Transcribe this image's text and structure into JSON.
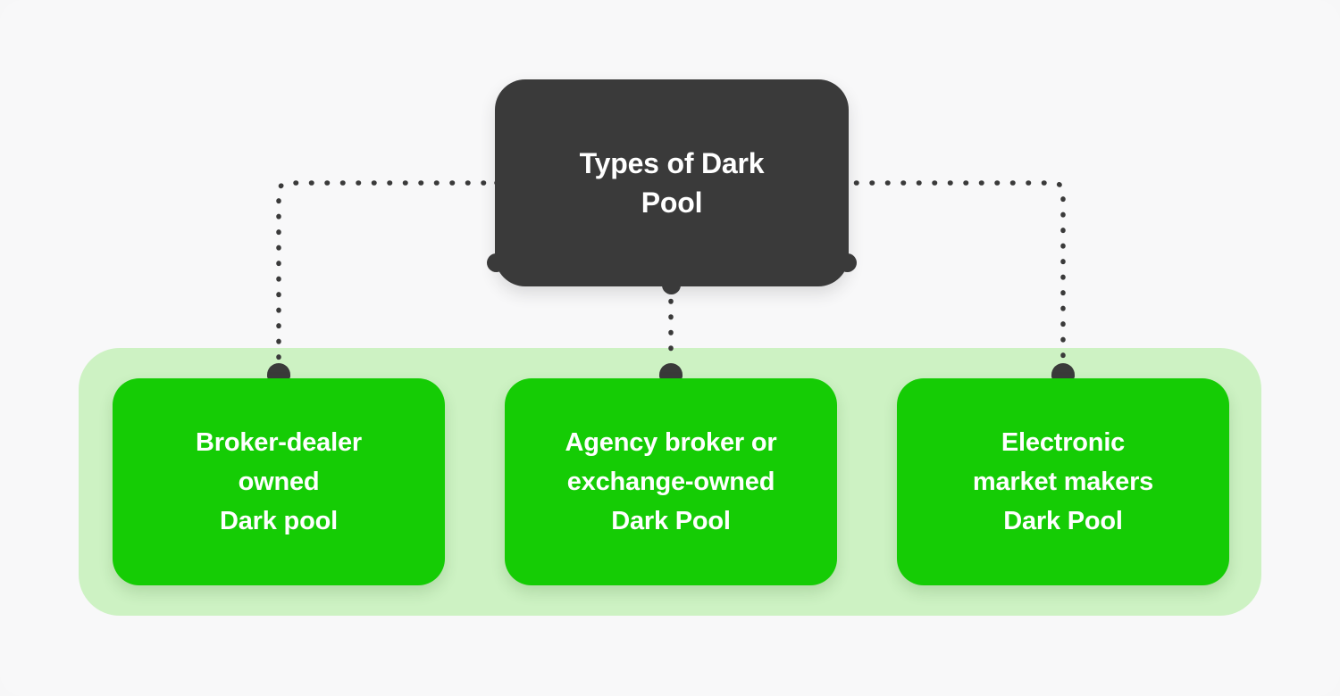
{
  "diagram": {
    "title": "Types of Dark Pool",
    "background_color": "#f8f8f9",
    "band_color": "#cdf2c3",
    "root": {
      "label": "Types of Dark\nPool",
      "color": "#3a3a3a",
      "text_color": "#ffffff"
    },
    "children": [
      {
        "label": "Broker-dealer\nowned\nDark pool",
        "color": "#15cc05",
        "text_color": "#ffffff"
      },
      {
        "label": "Agency broker or\nexchange-owned\nDark Pool",
        "color": "#15cc05",
        "text_color": "#ffffff"
      },
      {
        "label": "Electronic\nmarket makers\nDark Pool",
        "color": "#15cc05",
        "text_color": "#ffffff"
      }
    ],
    "connectors": {
      "style": "dotted",
      "color": "#3a3a3a",
      "count": 3
    }
  }
}
